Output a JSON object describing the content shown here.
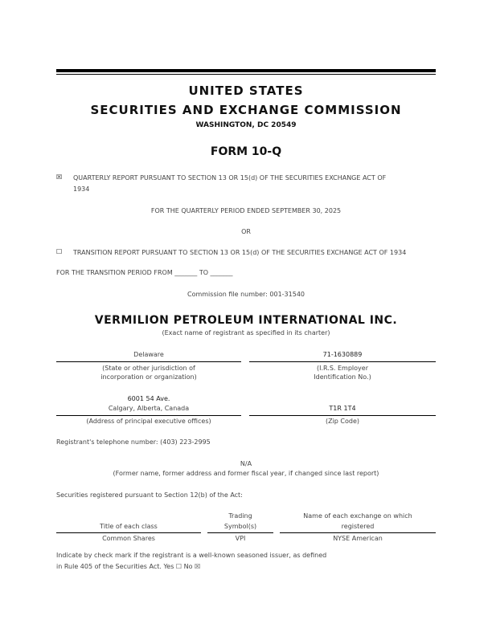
{
  "header": {
    "line1": "UNITED STATES",
    "line2": "SECURITIES AND EXCHANGE COMMISSION",
    "line3": "WASHINGTON, DC 20549"
  },
  "form": {
    "title": "FORM 10-Q"
  },
  "option1": {
    "box": "☒",
    "text_line1": "QUARTERLY REPORT PURSUANT TO SECTION 13 OR 15(d) OF THE SECURITIES EXCHANGE ACT OF",
    "text_line2": "1934"
  },
  "period": {
    "text": "FOR THE QUARTERLY PERIOD ENDED SEPTEMBER 30, 2025"
  },
  "or_text": "OR",
  "option2": {
    "box": "☐",
    "text": "TRANSITION REPORT PURSUANT TO SECTION 13 OR 15(d) OF THE SECURITIES EXCHANGE ACT OF 1934"
  },
  "transition": {
    "text": "FOR THE TRANSITION PERIOD FROM _______ TO _______"
  },
  "commission": {
    "text": "Commission file number: 001-31540"
  },
  "company": {
    "name": "VERMILION PETROLEUM INTERNATIONAL INC.",
    "caption": "(Exact name of registrant as specified in its charter)"
  },
  "row1": {
    "left_value": "Delaware",
    "left_caption_1": "(State or other jurisdiction of",
    "left_caption_2": "incorporation or organization)",
    "right_value": "71-1630889",
    "right_caption_1": "(I.R.S. Employer",
    "right_caption_2": "Identification No.)"
  },
  "row2": {
    "left_value_1": "6001 54 Ave.",
    "left_value_2": "Calgary, Alberta, Canada",
    "left_caption": "(Address of principal executive offices)",
    "right_value": "T1R 1T4",
    "right_caption": "(Zip Code)"
  },
  "phone": {
    "text": "Registrant's telephone number: (403) 223-2995"
  },
  "former": {
    "value": "N/A",
    "caption": "(Former name, former address and former fiscal year, if changed since last report)"
  },
  "registered": {
    "text": "Securities registered pursuant to Section 12(b) of the Act:"
  },
  "table": {
    "col1_header": "Title of each class",
    "col2_header_1": "Trading",
    "col2_header_2": "Symbol(s)",
    "col3_header_1": "Name of each exchange on which",
    "col3_header_2": "registered",
    "col1_value": "Common Shares",
    "col2_value": "VPI",
    "col3_value": "NYSE American"
  },
  "footer": {
    "line1": "Indicate by check mark if the registrant is a well-known seasoned issuer, as defined",
    "line2": "in Rule 405 of the Securities Act. Yes ☐ No ☒"
  }
}
